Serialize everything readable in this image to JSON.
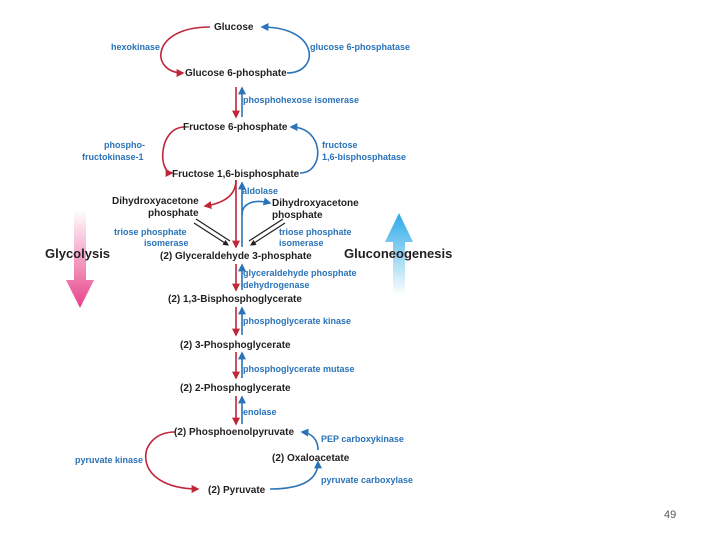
{
  "colors": {
    "glycolysis_arrow": "#c0263a",
    "gluconeogenesis_arrow": "#2a73b8",
    "metabolite_text": "#231f20",
    "enzyme_text": "#2a73b8",
    "glycolysis_gradient": "#e8418a",
    "gluconeogenesis_gradient": "#2ba8e8"
  },
  "metabolites": {
    "glucose": "Glucose",
    "g6p": "Glucose 6-phosphate",
    "f6p": "Fructose 6-phosphate",
    "f16bp": "Fructose 1,6-bisphosphate",
    "dhap_left_1": "Dihydroxyacetone",
    "dhap_left_2": "phosphate",
    "dhap_right_1": "Dihydroxyacetone",
    "dhap_right_2": "phosphate",
    "g3p": "(2) Glyceraldehyde 3-phosphate",
    "bpg": "(2) 1,3-Bisphosphoglycerate",
    "pg3": "(2) 3-Phosphoglycerate",
    "pg2": "(2) 2-Phosphoglycerate",
    "pep": "(2) Phosphoenolpyruvate",
    "oaa": "(2) Oxaloacetate",
    "pyruvate": "(2) Pyruvate"
  },
  "enzymes": {
    "hexokinase": "hexokinase",
    "g6pase": "glucose 6-phosphatase",
    "phi": "phosphohexose isomerase",
    "pfk_1": "phospho-",
    "pfk_2": "fructokinase-1",
    "fbpase_1": "fructose",
    "fbpase_2": "1,6-bisphosphatase",
    "aldolase": "aldolase",
    "tpi_left_1": "triose phosphate",
    "tpi_left_2": "isomerase",
    "tpi_right_1": "triose phosphate",
    "tpi_right_2": "isomerase",
    "gapdh_1": "glyceraldehyde phosphate",
    "gapdh_2": "dehydrogenase",
    "pgk": "phosphoglycerate kinase",
    "pgm": "phosphoglycerate mutase",
    "enolase": "enolase",
    "pepck": "PEP carboxykinase",
    "pk": "pyruvate kinase",
    "pc": "pyruvate carboxylase"
  },
  "pathways": {
    "glycolysis": "Glycolysis",
    "gluconeogenesis": "Gluconeogenesis"
  },
  "page_number": "49"
}
